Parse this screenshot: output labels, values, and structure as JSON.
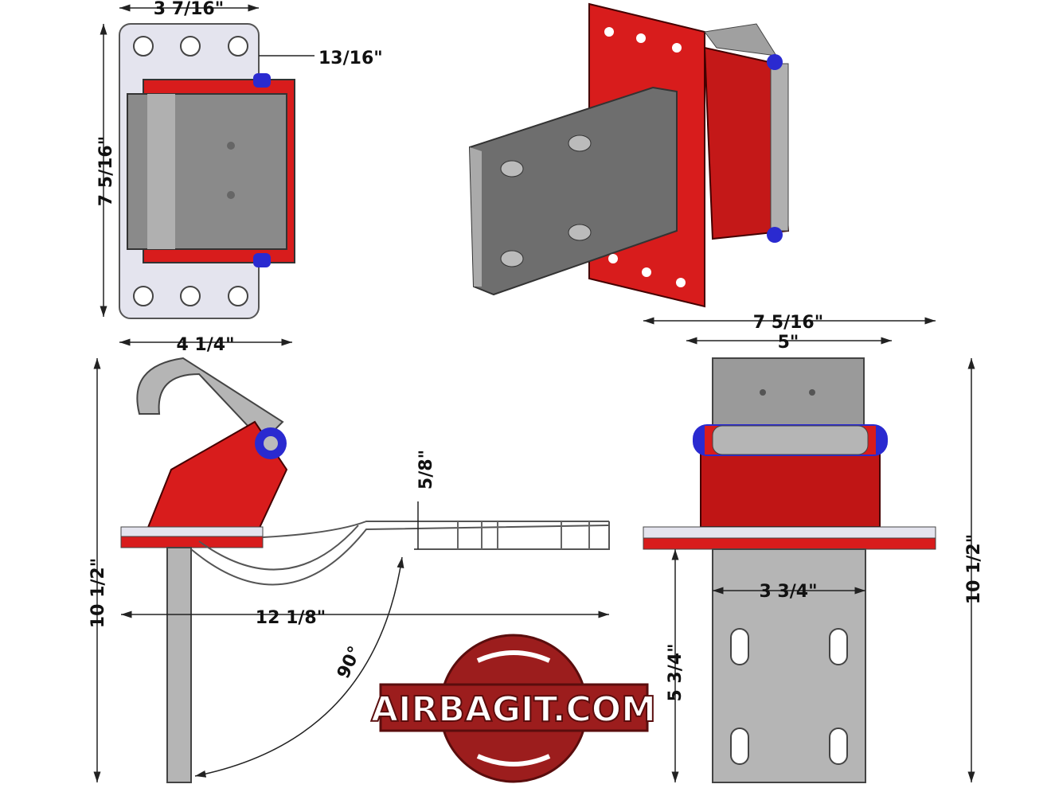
{
  "dimensions": {
    "top_view_width": "3 7/16\"",
    "pin_offset": "13/16\"",
    "top_view_height": "7 5/16\"",
    "side_view_top_width": "4 1/4\"",
    "side_view_height": "10 1/2\"",
    "overall_length": "12 1/8\"",
    "drop": "5/8\"",
    "angle": "90°",
    "front_view_width": "7 5/16\"",
    "front_inner_width": "5\"",
    "arm_width": "3 3/4\"",
    "arm_length": "5 3/4\"",
    "front_view_height": "10 1/2\""
  },
  "logo": {
    "text": "AIRBAGIT.COM"
  },
  "colors": {
    "red": "#d81c1c",
    "gray": "#8c8c8c",
    "light": "#d8d8e6",
    "blue": "#2a2ad0"
  }
}
